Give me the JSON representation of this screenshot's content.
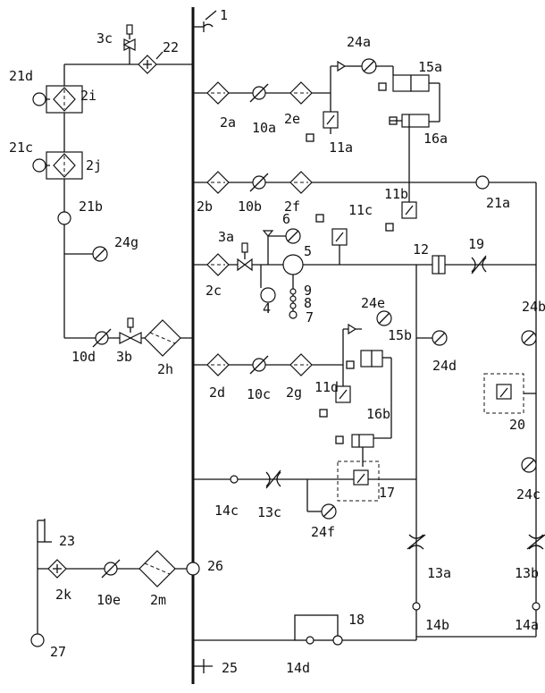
{
  "labels": {
    "l1": "1",
    "l3c": "3c",
    "l22": "22",
    "l24a": "24a",
    "l15a": "15a",
    "l21d": "21d",
    "l2i": "2i",
    "l2a": "2a",
    "l10a": "10a",
    "l2e": "2e",
    "l11a": "11a",
    "l16a": "16a",
    "l21c": "21c",
    "l2j": "2j",
    "l2b": "2b",
    "l10b": "10b",
    "l2f": "2f",
    "l11b": "11b",
    "l21a": "21a",
    "l21b": "21b",
    "l6": "6",
    "l11c": "11c",
    "l3a": "3a",
    "l5": "5",
    "l12": "12",
    "l19": "19",
    "l24g": "24g",
    "l2c": "2c",
    "l9": "9",
    "l8": "8",
    "l4": "4",
    "l7": "7",
    "l24b": "24b",
    "l24e": "24e",
    "l15b": "15b",
    "l10d": "10d",
    "l3b": "3b",
    "l2h": "2h",
    "l2d": "2d",
    "l10c": "10c",
    "l2g": "2g",
    "l11d": "11d",
    "l24d": "24d",
    "l16b": "16b",
    "l20": "20",
    "l17": "17",
    "l14c": "14c",
    "l13c": "13c",
    "l24f": "24f",
    "l24c": "24c",
    "l23": "23",
    "l2k": "2k",
    "l26": "26",
    "l10e": "10e",
    "l2m": "2m",
    "l13a": "13a",
    "l13b": "13b",
    "l27": "27",
    "l18": "18",
    "l14b": "14b",
    "l14a": "14a",
    "l14d": "14d",
    "l25": "25"
  }
}
